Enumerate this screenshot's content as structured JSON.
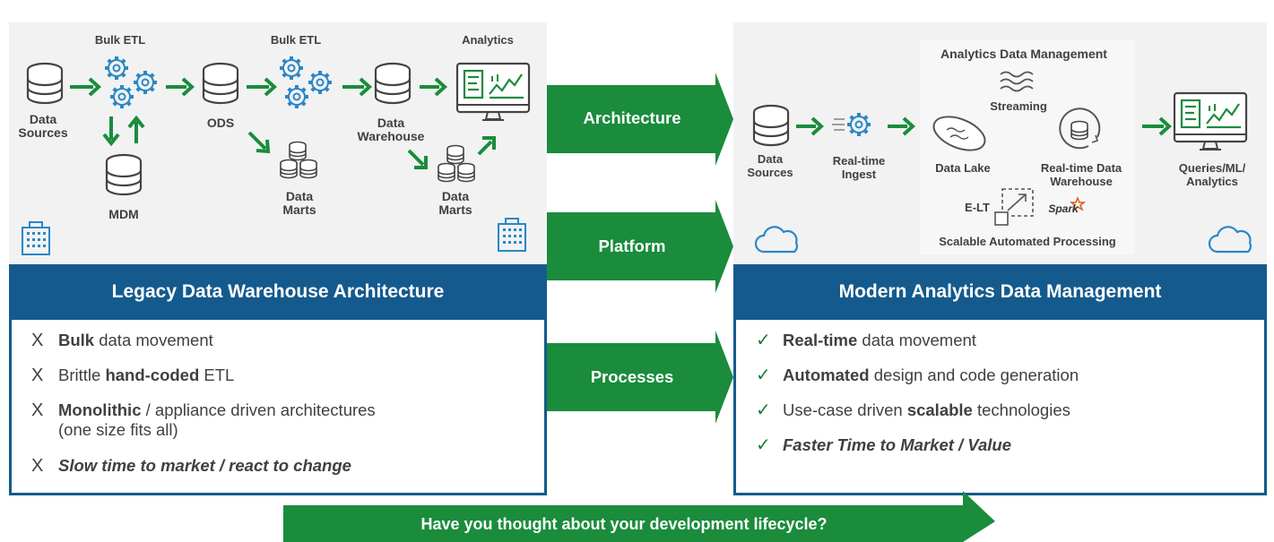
{
  "legacy_diagram": {
    "bulk_etl_1": "Bulk ETL",
    "bulk_etl_2": "Bulk ETL",
    "analytics": "Analytics",
    "data_sources_line1": "Data",
    "data_sources_line2": "Sources",
    "ods": "ODS",
    "mdm": "MDM",
    "data_warehouse_line1": "Data",
    "data_warehouse_line2": "Warehouse",
    "data_marts_1_line1": "Data",
    "data_marts_1_line2": "Marts",
    "data_marts_2_line1": "Data",
    "data_marts_2_line2": "Marts"
  },
  "modern_diagram": {
    "adm_title": "Analytics Data Management",
    "streaming": "Streaming",
    "data_sources_line1": "Data",
    "data_sources_line2": "Sources",
    "realtime_ingest_line1": "Real-time",
    "realtime_ingest_line2": "Ingest",
    "data_lake": "Data Lake",
    "rt_dw_line1": "Real-time Data",
    "rt_dw_line2": "Warehouse",
    "queries_line1": "Queries/ML/",
    "queries_line2": "Analytics",
    "elt": "E-LT",
    "spark": "Spark",
    "scalable": "Scalable Automated Processing"
  },
  "center_arrows": {
    "architecture": "Architecture",
    "platform": "Platform",
    "processes": "Processes"
  },
  "legacy": {
    "title": "Legacy Data Warehouse Architecture",
    "mark": "X",
    "items": [
      {
        "bold": "Bulk",
        "rest": " data movement"
      },
      {
        "pre": "Brittle ",
        "bold": "hand-coded",
        "rest": " ETL"
      },
      {
        "bold": "Monolithic",
        "rest": " / appliance driven architectures",
        "line2": "(one size fits all)"
      },
      {
        "italic_bold": "Slow time to market / react to change"
      }
    ]
  },
  "modern": {
    "title": "Modern Analytics Data Management",
    "mark": "✓",
    "items": [
      {
        "bold": "Real-time",
        "rest": " data movement"
      },
      {
        "bold": "Automated",
        "rest": " design and code generation"
      },
      {
        "pre": "Use-case driven ",
        "bold": "scalable",
        "rest": " technologies"
      },
      {
        "italic_bold": "Faster Time to Market / Value"
      }
    ]
  },
  "bottom_banner": "Have you thought about your development lifecycle?",
  "colors": {
    "green": "#1a8c3c",
    "blue": "#145a8d",
    "icon_blue": "#2a87c8",
    "panel_grey": "#f2f2f2"
  }
}
